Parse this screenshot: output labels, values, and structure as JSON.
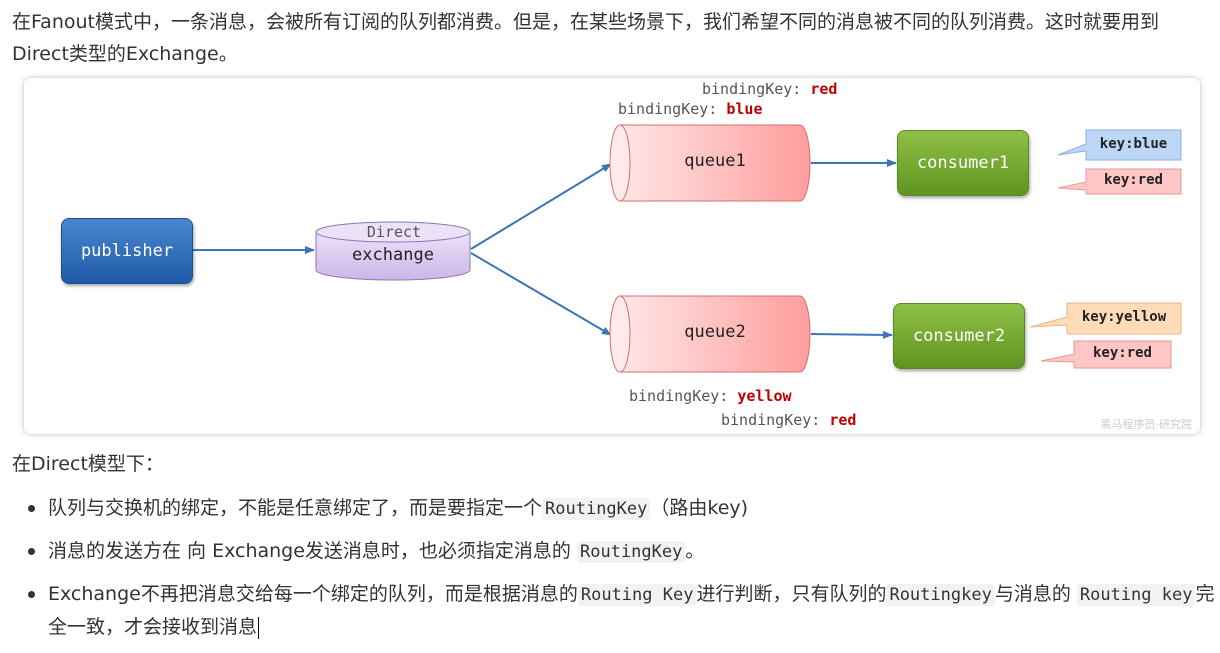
{
  "intro": {
    "text": "在Fanout模式中，一条消息，会被所有订阅的队列都消费。但是，在某些场景下，我们希望不同的消息被不同的队列消费。这时就要用到Direct类型的Exchange。"
  },
  "diagram": {
    "publisher": "publisher",
    "exchange_type": "Direct",
    "exchange": "exchange",
    "queue1": "queue1",
    "queue2": "queue2",
    "consumer1": "consumer1",
    "consumer2": "consumer2",
    "binding_prefix": "bindingKey: ",
    "q1_keys": [
      "red",
      "blue"
    ],
    "q2_keys": [
      "yellow",
      "red"
    ],
    "messages_c1": [
      "key:blue",
      "key:red"
    ],
    "messages_c2": [
      "key:yellow",
      "key:red"
    ],
    "watermark": "黑马程序员·研究院",
    "colors": {
      "publisher": "#2f6fbd",
      "consumer": "#7aae35",
      "queue": "#ffb3b3",
      "exchange": "#d9c6ee",
      "msg_blue": "#b8d4f5",
      "msg_red": "#ffc2c2",
      "msg_yellow": "#ffd9b3",
      "key_value": "#c00000"
    }
  },
  "section": {
    "heading": "在Direct模型下："
  },
  "bullets": {
    "b1_pre": "队列与交换机的绑定，不能是任意绑定了，而是要指定一个",
    "b1_code": "RoutingKey",
    "b1_post": "（路由key)",
    "b2_pre": "消息的发送方在 向 Exchange发送消息时，也必须指定消息的 ",
    "b2_code": "RoutingKey",
    "b2_post": "。",
    "b3_pre": "Exchange不再把消息交给每一个绑定的队列，而是根据消息的",
    "b3_code1": "Routing Key",
    "b3_mid": "进行判断，只有队列的",
    "b3_code2": "Routingkey",
    "b3_mid2": "与消息的 ",
    "b3_code3": "Routing key",
    "b3_post": "完全一致，才会接收到消息"
  }
}
